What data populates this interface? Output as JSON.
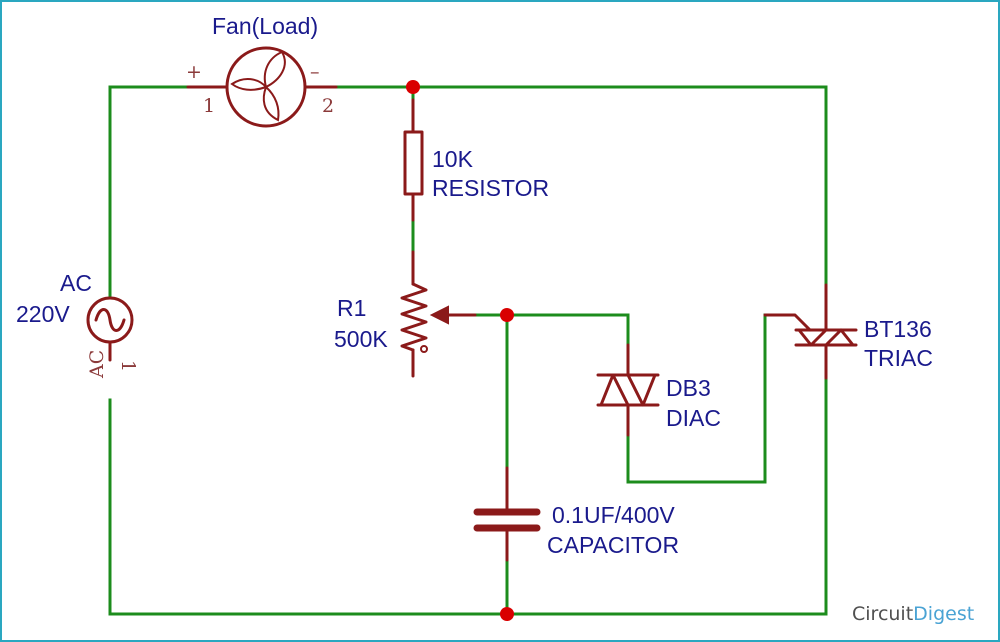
{
  "diagram": {
    "type": "circuit-schematic",
    "title": "Fan regulator (TRIAC dimmer) circuit",
    "components": {
      "source": {
        "label_line1": "AC",
        "label_line2": "220V",
        "pin_name": "AC",
        "pin_number": "1"
      },
      "fan": {
        "label": "Fan(Load)",
        "pin1_polarity": "+",
        "pin2_polarity": "–",
        "pin1_number": "1",
        "pin2_number": "2"
      },
      "resistor": {
        "label_line1": "10K",
        "label_line2": "RESISTOR"
      },
      "potentiometer": {
        "label_line1": "R1",
        "label_line2": "500K"
      },
      "diac": {
        "label_line1": "DB3",
        "label_line2": "DIAC"
      },
      "triac": {
        "label_line1": "BT136",
        "label_line2": "TRIAC"
      },
      "capacitor": {
        "label_line1": "0.1UF/400V",
        "label_line2": "CAPACITOR"
      }
    },
    "colors": {
      "wire": "#1c8c1c",
      "component": "#8b1a1a",
      "junction": "#d90000",
      "label": "#1a1a8c",
      "border": "#2aa7c0"
    },
    "watermark": {
      "part1": "Circuit",
      "part2": "Digest"
    }
  }
}
